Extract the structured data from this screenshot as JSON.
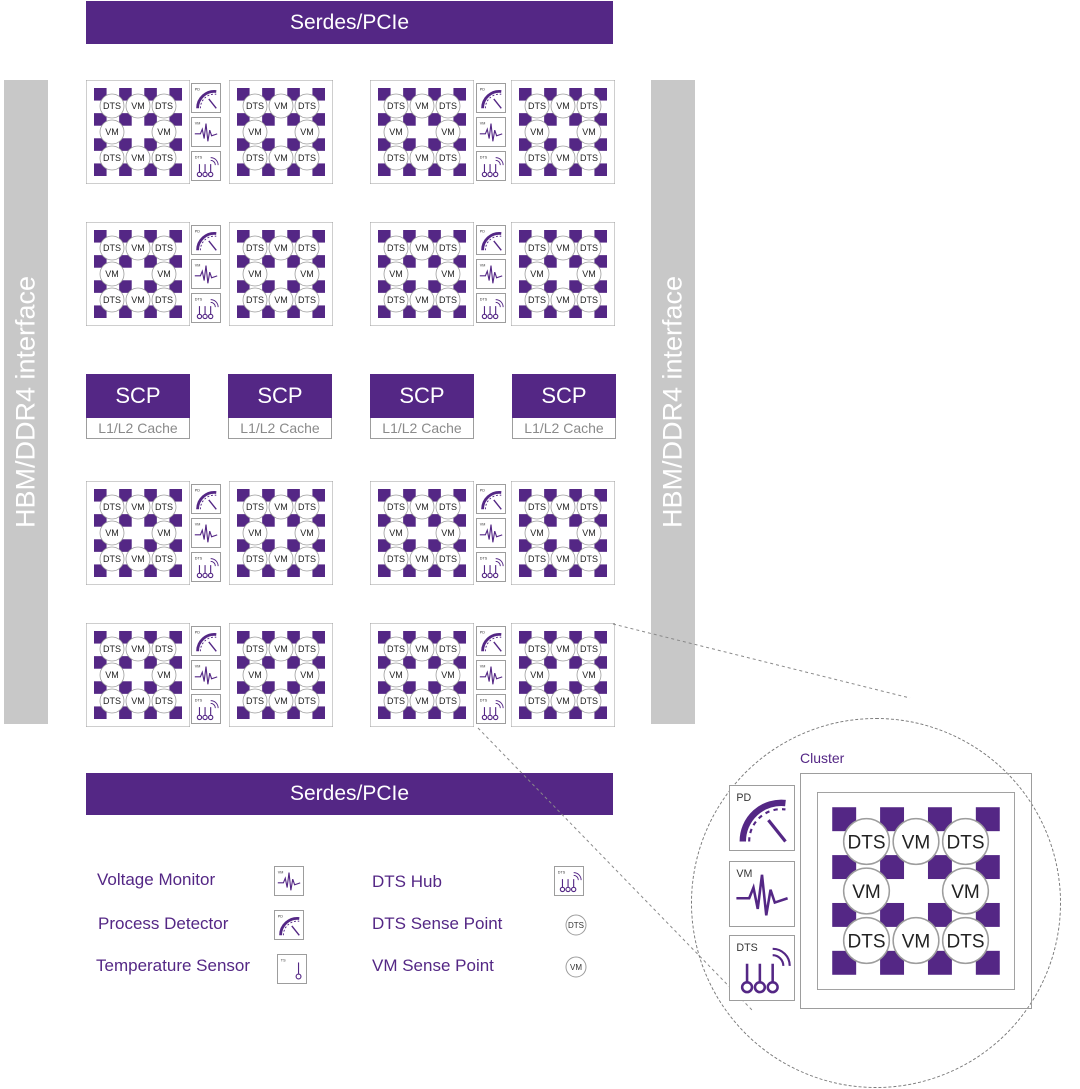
{
  "top_bar": {
    "label": "Serdes/PCIe"
  },
  "bottom_bar": {
    "label": "Serdes/PCIe"
  },
  "left_interface": {
    "label": "HBM/DDR4 interface"
  },
  "right_interface": {
    "label": "HBM/DDR4 interface"
  },
  "cluster_grid": {
    "rows": [
      [
        "DTS",
        "VM",
        "DTS"
      ],
      [
        "VM",
        "",
        "VM"
      ],
      [
        "DTS",
        "VM",
        "DTS"
      ]
    ]
  },
  "sensor_icons": {
    "pd": "PD",
    "vm": "VM",
    "dts": "DTS"
  },
  "scp_blocks": [
    {
      "title": "SCP",
      "cache": "L1/L2 Cache"
    },
    {
      "title": "SCP",
      "cache": "L1/L2 Cache"
    },
    {
      "title": "SCP",
      "cache": "L1/L2 Cache"
    },
    {
      "title": "SCP",
      "cache": "L1/L2 Cache"
    }
  ],
  "legend": {
    "voltage_monitor": "Voltage Monitor",
    "process_detector": "Process Detector",
    "temperature_sensor": "Temperature Sensor",
    "dts_hub": "DTS Hub",
    "dts_sense_point": "DTS Sense Point",
    "vm_sense_point": "VM Sense Point",
    "ts_icon": "TS"
  },
  "zoom": {
    "title": "Cluster"
  },
  "colors": {
    "brand": "#542785",
    "gray": "#c8c8c8",
    "border": "#9d9d9d"
  }
}
